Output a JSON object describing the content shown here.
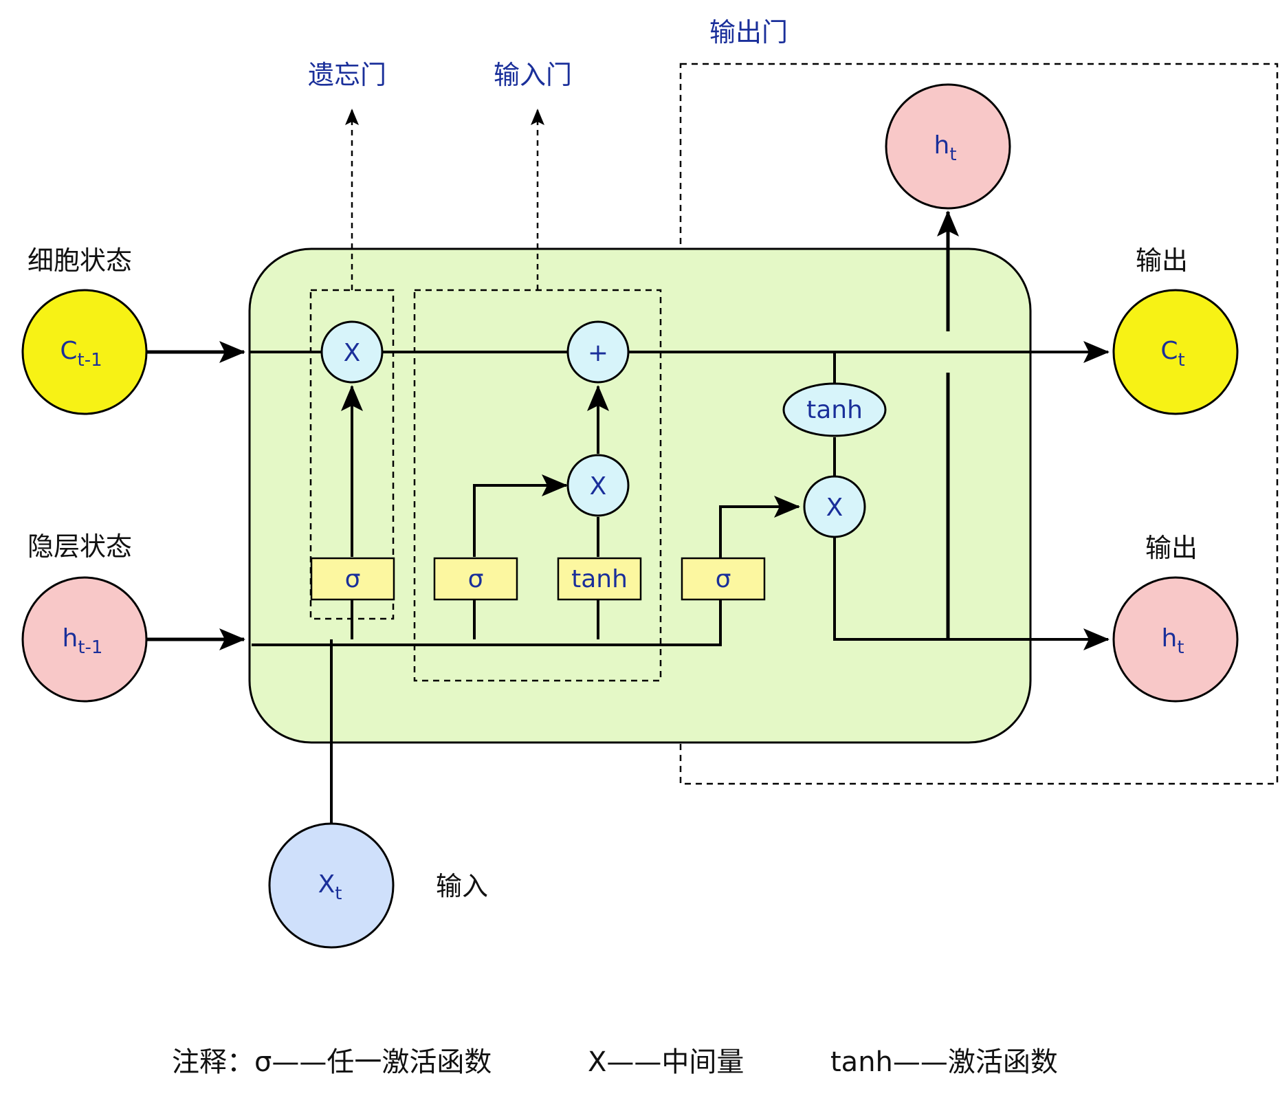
{
  "labels": {
    "cell_state": "细胞状态",
    "hidden_state": "隐层状态",
    "output_c": "输出",
    "output_h": "输出",
    "input": "输入"
  },
  "gates": {
    "forget": "遗忘门",
    "input": "输入门",
    "output": "输出门"
  },
  "nodes": {
    "c_prev": {
      "main": "C",
      "sub": "t-1"
    },
    "h_prev": {
      "main": "h",
      "sub": "t-1"
    },
    "x_t": {
      "main": "X",
      "sub": "t"
    },
    "c_t": {
      "main": "C",
      "sub": "t"
    },
    "h_t": {
      "main": "h",
      "sub": "t"
    },
    "h_t_top": {
      "main": "h",
      "sub": "t"
    }
  },
  "ops": {
    "forget_mul": "X",
    "add": "+",
    "input_mul": "X",
    "output_mul": "X",
    "tanh_out": "tanh"
  },
  "activations": {
    "sigma_forget": "σ",
    "sigma_input": "σ",
    "tanh_input": "tanh",
    "sigma_output": "σ"
  },
  "legend": {
    "part1": "注释：σ——任一激活函数",
    "part2": "X——中间量",
    "part3": "tanh——激活函数"
  },
  "colors": {
    "cell_bg": "#e4f8c6",
    "yellow_node": "#f7f215",
    "pink_node": "#f8c8c8",
    "blue_node": "#cfe0fb",
    "op_node": "#d7f4fa",
    "act_box": "#fcf7a0",
    "gate_text": "#1a2f9a"
  }
}
